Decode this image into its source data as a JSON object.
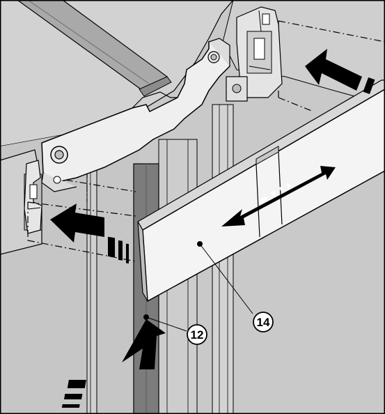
{
  "diagram": {
    "callouts": [
      {
        "id": "callout-12",
        "label": "12"
      },
      {
        "id": "callout-14",
        "label": "14"
      }
    ],
    "colors": {
      "background": "#c8c8c8",
      "panel": "#d6d6d6",
      "panel_light": "#e4e4e4",
      "bracket": "#ececec",
      "strip": "#7a7a7a",
      "line": "#000000",
      "arrow": "#000000"
    },
    "icons": [
      "mounting-bracket-icon",
      "hinge-clip-icon",
      "telescopic-rail-icon",
      "push-direction-arrow-icon",
      "extend-arrow-icon"
    ]
  }
}
